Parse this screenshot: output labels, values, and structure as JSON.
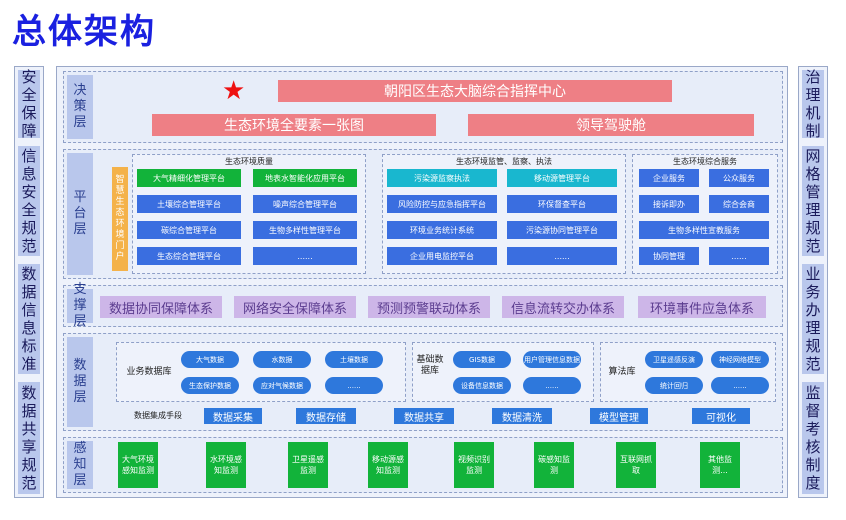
{
  "title": "总体架构",
  "left_side": [
    "安全保障",
    "信息安全规范",
    "数据信息标准",
    "数据共享规范"
  ],
  "right_side": [
    "治理机制",
    "网格管理规范",
    "业务办理规范",
    "监督考核制度"
  ],
  "layers": {
    "decision": {
      "label": "决策层",
      "center": "朝阳区生态大脑综合指挥中心",
      "map": "生态环境全要素一张图",
      "cockpit": "领导驾驶舱"
    },
    "platform": {
      "label": "平台层",
      "portal": "智慧生态环境门户",
      "quality": {
        "title": "生态环境质量",
        "items": [
          "大气精细化管理平台",
          "地表水智能化应用平台",
          "土壤综合管理平台",
          "噪声综合管理平台",
          "碳综合管理平台",
          "生物多样性管理平台",
          "生态综合管理平台",
          "......"
        ]
      },
      "supervision": {
        "title": "生态环境监管、监察、执法",
        "items": [
          "污染源监察执法",
          "移动源管理平台",
          "风险防控与应急指挥平台",
          "环保督查平台",
          "环境业务统计系统",
          "污染源协同管理平台",
          "企业用电监控平台",
          "......"
        ]
      },
      "service": {
        "title": "生态环境综合服务",
        "items": [
          "企业服务",
          "公众服务",
          "接诉即办",
          "综合会商",
          "生物多样性宣教服务",
          "协同管理",
          "......"
        ]
      }
    },
    "support": {
      "label": "支撑层",
      "items": [
        "数据协同保障体系",
        "网络安全保障体系",
        "预测预警联动体系",
        "信息流转交办体系",
        "环境事件应急体系"
      ]
    },
    "data": {
      "label": "数据层",
      "business": {
        "label": "业务数据库",
        "items": [
          "大气数据",
          "水数据",
          "土壤数据",
          "生态保护数据",
          "应对气候数据",
          "......"
        ]
      },
      "basic": {
        "label": "基础数据库",
        "items": [
          "GIS数据",
          "用户管理信息数据",
          "设备信息数据",
          "......"
        ]
      },
      "algorithm": {
        "label": "算法库",
        "items": [
          "卫星遥感反演",
          "神经网络模型",
          "统计回归",
          "......"
        ]
      },
      "integration_label": "数据集成手段",
      "tools": [
        "数据采集",
        "数据存储",
        "数据共享",
        "数据清洗",
        "模型管理",
        "可视化"
      ]
    },
    "sensing": {
      "label": "感知层",
      "items": [
        "大气环境感知监测",
        "水环境感知监测",
        "卫星遥感监测",
        "移动源感知监测",
        "视频识别监测",
        "碳感知监测",
        "互联网抓取",
        "其他监测..."
      ]
    }
  },
  "colors": {
    "title": "#1a20e0",
    "decision": "#ee7f85",
    "quality": "#12b33a",
    "supervision": "#19b7cf",
    "service": "#3a6ee0",
    "support": "#cdb6e8",
    "data": "#2e78dc"
  }
}
